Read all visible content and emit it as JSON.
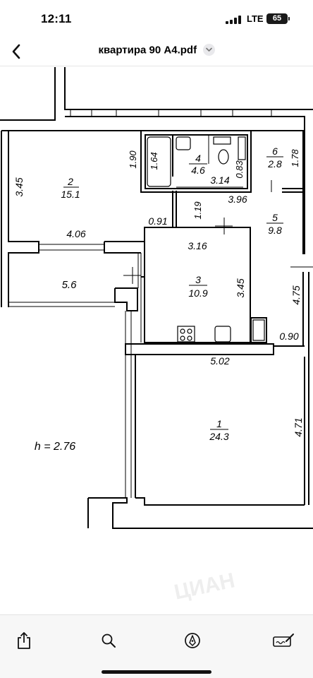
{
  "status": {
    "time": "12:11",
    "network": "LTE",
    "battery": "65"
  },
  "header": {
    "title": "квартира 90 А4.pdf"
  },
  "plan": {
    "rooms": [
      {
        "number": "1",
        "area": "24.3"
      },
      {
        "number": "2",
        "area": "15.1"
      },
      {
        "number": "3",
        "area": "10.9"
      },
      {
        "number": "4",
        "area": "4.6"
      },
      {
        "number": "5",
        "area": "9.8"
      },
      {
        "number": "6",
        "area": "2.8"
      }
    ],
    "dimensions": {
      "d345a": "3.45",
      "d190": "1.90",
      "d164": "1.64",
      "d314": "3.14",
      "d083": "0.83",
      "d178": "1.78",
      "d396": "3.96",
      "d119": "1.19",
      "d091": "0.91",
      "d406": "4.06",
      "d316": "3.16",
      "d345b": "3.45",
      "d56": "5.6",
      "d475": "4.75",
      "d090": "0.90",
      "d502": "5.02",
      "d471": "4.71"
    },
    "ceiling_height": "h = 2.76",
    "watermark": "ЦИАН"
  },
  "toolbar": {
    "icons": [
      "share-icon",
      "search-icon",
      "markup-icon",
      "sign-icon"
    ]
  }
}
